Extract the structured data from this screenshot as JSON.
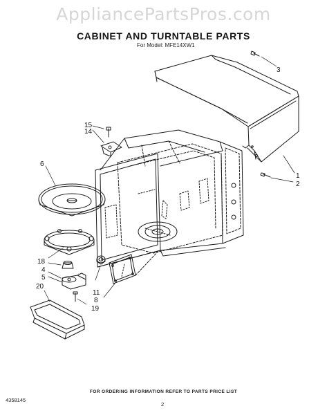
{
  "header": {
    "watermark": "AppliancePartsPros.com",
    "title": "CABINET AND TURNTABLE PARTS",
    "model_line": "For Model: MFE14XW1"
  },
  "callouts": [
    {
      "id": "c1",
      "text": "1"
    },
    {
      "id": "c2",
      "text": "2"
    },
    {
      "id": "c3",
      "text": "3"
    },
    {
      "id": "c4",
      "text": "4"
    },
    {
      "id": "c5",
      "text": "5"
    },
    {
      "id": "c6",
      "text": "6"
    },
    {
      "id": "c8",
      "text": "8"
    },
    {
      "id": "c11",
      "text": "11"
    },
    {
      "id": "c14",
      "text": "14"
    },
    {
      "id": "c15",
      "text": "15"
    },
    {
      "id": "c18",
      "text": "18"
    },
    {
      "id": "c19",
      "text": "19"
    },
    {
      "id": "c20",
      "text": "20"
    }
  ],
  "footer": {
    "ordering_note": "FOR ORDERING INFORMATION REFER TO PARTS PRICE LIST",
    "doc_number": "4358145",
    "page_number": "2"
  },
  "colors": {
    "line": "#1a1a1a",
    "watermark": "#d6d6d6",
    "background": "#ffffff"
  }
}
